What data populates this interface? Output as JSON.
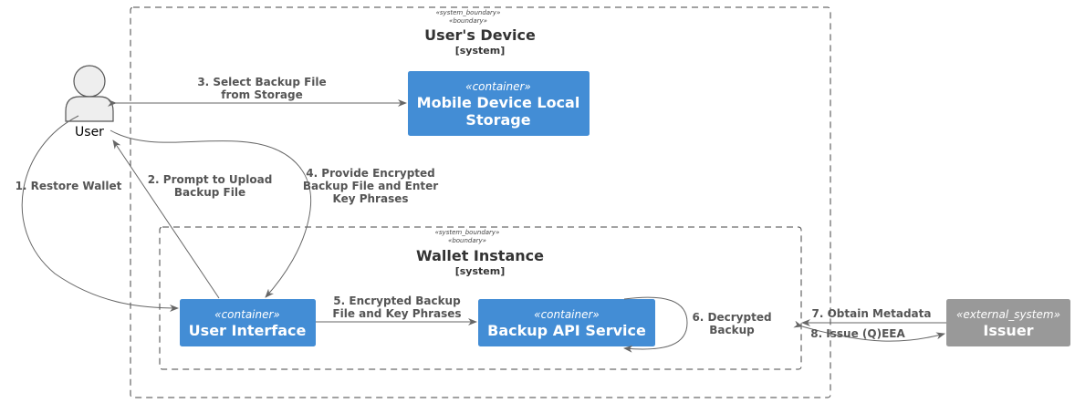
{
  "boundaries": {
    "device": {
      "stereo1": "«system_boundary»",
      "stereo2": "«boundary»",
      "title": "User's Device",
      "type": "[system]"
    },
    "wallet": {
      "stereo1": "«system_boundary»",
      "stereo2": "«boundary»",
      "title": "Wallet Instance",
      "type": "[system]"
    }
  },
  "actor": {
    "label": "User"
  },
  "nodes": {
    "storage": {
      "stereo": "«container»",
      "title_line1": "Mobile Device Local",
      "title_line2": "Storage"
    },
    "ui": {
      "stereo": "«container»",
      "title": "User Interface"
    },
    "backup_api": {
      "stereo": "«container»",
      "title": "Backup API Service"
    },
    "issuer": {
      "stereo": "«external_system»",
      "title": "Issuer"
    }
  },
  "edges": {
    "e1": {
      "line1": "1. Restore Wallet"
    },
    "e2": {
      "line1": "2. Prompt to Upload",
      "line2": "Backup File"
    },
    "e3": {
      "line1": "3. Select Backup File",
      "line2": "from Storage"
    },
    "e4": {
      "line1": "4. Provide Encrypted",
      "line2": "Backup File and Enter",
      "line3": "Key Phrases"
    },
    "e5": {
      "line1": "5. Encrypted Backup",
      "line2": "File and Key Phrases"
    },
    "e6": {
      "line1": "6. Decrypted",
      "line2": "Backup"
    },
    "e7": {
      "line1": "7. Obtain Metadata"
    },
    "e8": {
      "line1": "8. Issue (Q)EEA"
    }
  },
  "colors": {
    "container": "#438dd5",
    "external": "#999999",
    "edge": "#666666",
    "boundary": "#444444"
  }
}
